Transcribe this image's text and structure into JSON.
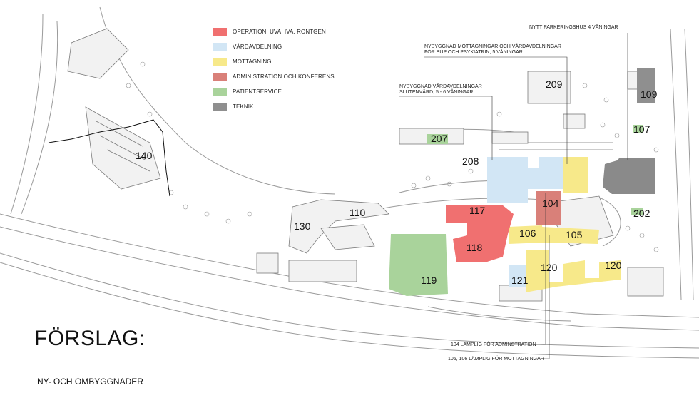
{
  "legend": {
    "items": [
      {
        "label": "OPERATION, UVA, IVA, RÖNTGEN",
        "color": "#f07070"
      },
      {
        "label": "VÅRDAVDELNING",
        "color": "#d2e6f5"
      },
      {
        "label": "MOTTAGNING",
        "color": "#f7e98a"
      },
      {
        "label": "ADMINISTRATION OCH KONFERENS",
        "color": "#d98079"
      },
      {
        "label": "PATIENTSERVICE",
        "color": "#a9d39b"
      },
      {
        "label": "TEKNIK",
        "color": "#8f8f8f"
      }
    ]
  },
  "annotations": {
    "parking": "NYTT PARKERINGSHUS 4 VÅNINGAR",
    "bup_line1": "NYBYGGNAD MOTTAGNINGAR OCH VÅRDAVDELNINGAR",
    "bup_line2": "FÖR BUP OCH PSYKIATRIN, 5 VÅNINGAR",
    "ward_line1": "NYBYGGNAD VÅRDAVDELNINGAR",
    "ward_line2": "SLUTENVÅRD, 5 - 6 VÅNINGAR",
    "admin_note": "104 LÄMPLIG FÖR ADMINSTRATION",
    "reception_note": "105, 106 LÄMPLIG FÖR MOTTAGNINGAR"
  },
  "buildings": {
    "b140": "140",
    "b130": "130",
    "b110": "110",
    "b207": "207",
    "b208": "208",
    "b209": "209",
    "b109": "109",
    "b107": "107",
    "b104": "104",
    "b117": "117",
    "b118": "118",
    "b106": "106",
    "b105": "105",
    "b119": "119",
    "b121": "121",
    "b120a": "120",
    "b120b": "120",
    "b202": "202"
  },
  "title": "FÖRSLAG:",
  "subtitle": "NY- OCH OMBYGGNADER"
}
